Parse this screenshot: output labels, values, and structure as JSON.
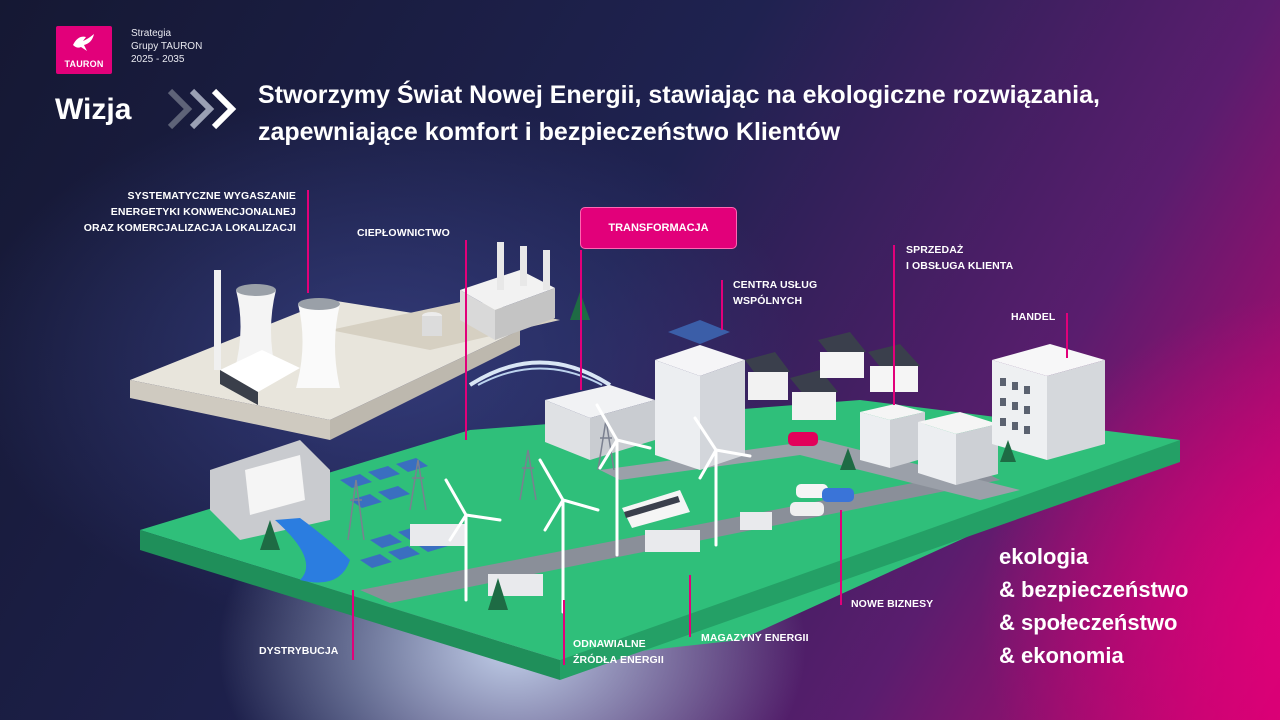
{
  "header": {
    "logo_text": "TAURON",
    "strategy_lines": [
      "Strategia",
      "Grupy TAURON",
      "2025 - 2035"
    ],
    "vision_label": "Wizja",
    "vision_lines": [
      "Stworzymy Świat Nowej Energii, stawiając na ekologiczne rozwiązania,",
      "zapewniające komfort i bezpieczeństwo Klientów"
    ]
  },
  "labels": {
    "conventional": [
      "SYSTEMATYCZNE WYGASZANIE",
      "ENERGETYKI KONWENCJONALNEJ",
      "ORAZ KOMERCJALIZACJA LOKALIZACJI"
    ],
    "heating": "CIEPŁOWNICTWO",
    "transformation": "TRANSFORMACJA",
    "shared_services": [
      "CENTRA USŁUG",
      "WSPÓLNYCH"
    ],
    "sales": [
      "SPRZEDAŻ",
      "I OBSŁUGA KLIENTA"
    ],
    "trade": "HANDEL",
    "distribution": "DYSTRYBUCJA",
    "renewables": [
      "ODNAWIALNE",
      "ŹRÓDŁA ENERGII"
    ],
    "storage": "MAGAZYNY ENERGII",
    "new_business": "NOWE BIZNESY"
  },
  "values": [
    "ekologia",
    "& bezpieczeństwo",
    "& społeczeństwo",
    "& ekonomia"
  ],
  "colors": {
    "accent": "#e2007a",
    "grass": "#2fbf7a",
    "white": "#ffffff"
  }
}
